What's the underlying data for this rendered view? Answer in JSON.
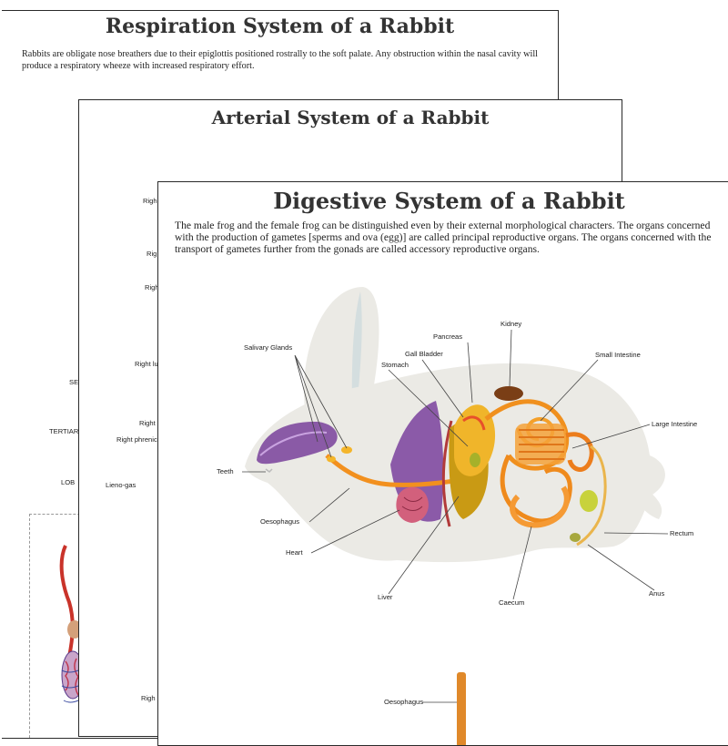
{
  "sheets": {
    "respiration": {
      "title": "Respiration System of a Rabbit",
      "description": "Rabbits are obligate nose breathers due to their epiglottis positioned rostrally to the soft palate. Any obstruction within the nasal cavity will produce a respiratory wheeze with increased respiratory effort.",
      "fragments": [
        "SE",
        "TERTIAR",
        "LOB"
      ]
    },
    "arterial": {
      "title": "Arterial System of a Rabbit",
      "fragments": [
        "Righ",
        "Rig",
        "Righ",
        "Right lu",
        "Right",
        "Right phrenic",
        "Lieno-gas",
        "Righ"
      ]
    },
    "digestive": {
      "title": "Digestive System of a Rabbit",
      "description_lines": [
        "The male frog and the female frog can be distinguished even by their external morphological characters. The organs concerned",
        "with the production of gametes [sperms and ova (egg)] are called principal reproductive organs. The organs concerned with the",
        "transport of gametes further from the gonads are called accessory reproductive organs."
      ],
      "labels": {
        "kidney": "Kidney",
        "pancreas": "Pancreas",
        "gall_bladder": "Gall Bladder",
        "salivary_glands": "Salivary Glands",
        "stomach": "Stomach",
        "small_intestine": "Small Intestine",
        "large_intestine": "Large Intestine",
        "teeth": "Teeth",
        "oesophagus": "Oesophagus",
        "heart": "Heart",
        "rectum": "Rectum",
        "anus": "Anus",
        "liver": "Liver",
        "caecum": "Caecum",
        "oesophagus_lower": "Oesophagus"
      }
    }
  },
  "colors": {
    "sheet_border": "#2a2a2a",
    "body_silhouette": "#ecebe6",
    "tongue_purple": "#8a5aa6",
    "intestine_orange": "#f28a1e",
    "liver_gold": "#c99a14",
    "kidney_brown": "#7a3e16",
    "heart_pink": "#d2607c",
    "rectum_green": "#c8d23c"
  }
}
